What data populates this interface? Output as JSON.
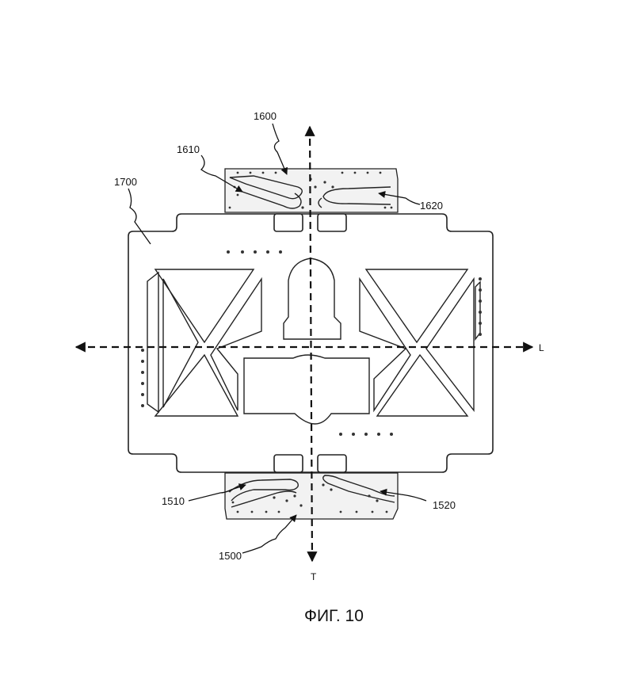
{
  "figure": {
    "caption": "ФИГ. 10",
    "axis_labels": {
      "longitudinal": "L",
      "transverse": "T"
    },
    "reference_numerals": {
      "top_part": "1600",
      "top_left_slot": "1610",
      "top_right_slot": "1620",
      "main_plate": "1700",
      "bottom_part": "1500",
      "bottom_left_slot": "1510",
      "bottom_right_slot": "1520"
    }
  }
}
